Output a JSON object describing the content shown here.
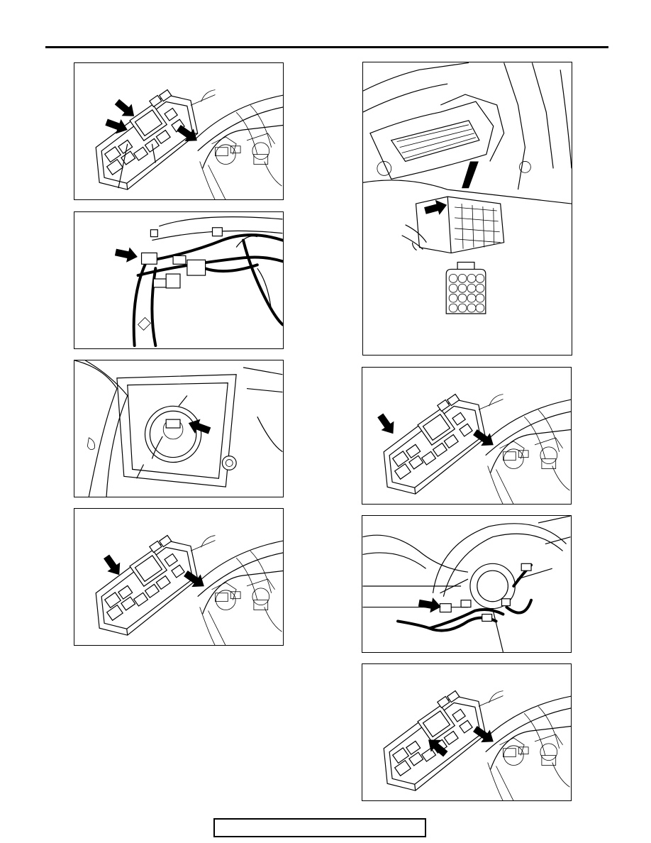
{
  "page": {
    "footer_text": ""
  },
  "figures": [
    {
      "id": "fig-1",
      "subject": "relay-box-and-instrument-panel",
      "arrows": 3
    },
    {
      "id": "fig-2",
      "subject": "wiring-harness-connector",
      "arrows": 1
    },
    {
      "id": "fig-3",
      "subject": "fuel-pump-access-cover",
      "arrows": 1
    },
    {
      "id": "fig-4",
      "subject": "relay-box-and-instrument-panel",
      "arrows": 2
    },
    {
      "id": "fig-5",
      "subject": "engine-control-unit-connector",
      "arrows": 1,
      "terminal_count": 16
    },
    {
      "id": "fig-6",
      "subject": "relay-box-and-instrument-panel",
      "arrows": 2
    },
    {
      "id": "fig-7",
      "subject": "steering-wheel-harness",
      "arrows": 1
    },
    {
      "id": "fig-8",
      "subject": "relay-box-and-instrument-panel",
      "arrows": 2
    }
  ]
}
